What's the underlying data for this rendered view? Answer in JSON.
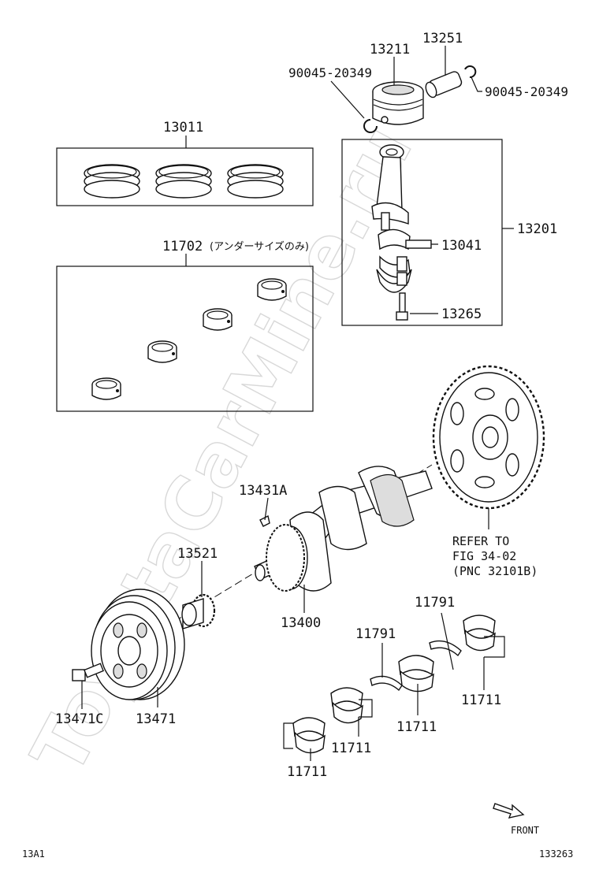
{
  "watermark": "ToyotaCarMine.ru",
  "footer": {
    "left": "13A1",
    "right": "133263"
  },
  "front_label": "FRONT",
  "parts": {
    "p13251": "13251",
    "p13211": "13211",
    "p90045a": "90045-20349",
    "p90045b": "90045-20349",
    "p13011": "13011",
    "p13201": "13201",
    "p13041": "13041",
    "p13265": "13265",
    "p11702": "11702",
    "p11702_note": "(アンダーサイズのみ)",
    "p13431a": "13431A",
    "p13521": "13521",
    "p13400": "13400",
    "p13471c": "13471C",
    "p13471": "13471",
    "p11791a": "11791",
    "p11791b": "11791",
    "p11711a": "11711",
    "p11711b": "11711",
    "p11711c": "11711",
    "p11711d": "11711"
  },
  "refer": {
    "line1": "REFER TO",
    "line2": "FIG 34-02",
    "line3": "(PNC 32101B)"
  },
  "icons": [
    "front-arrow-icon"
  ]
}
